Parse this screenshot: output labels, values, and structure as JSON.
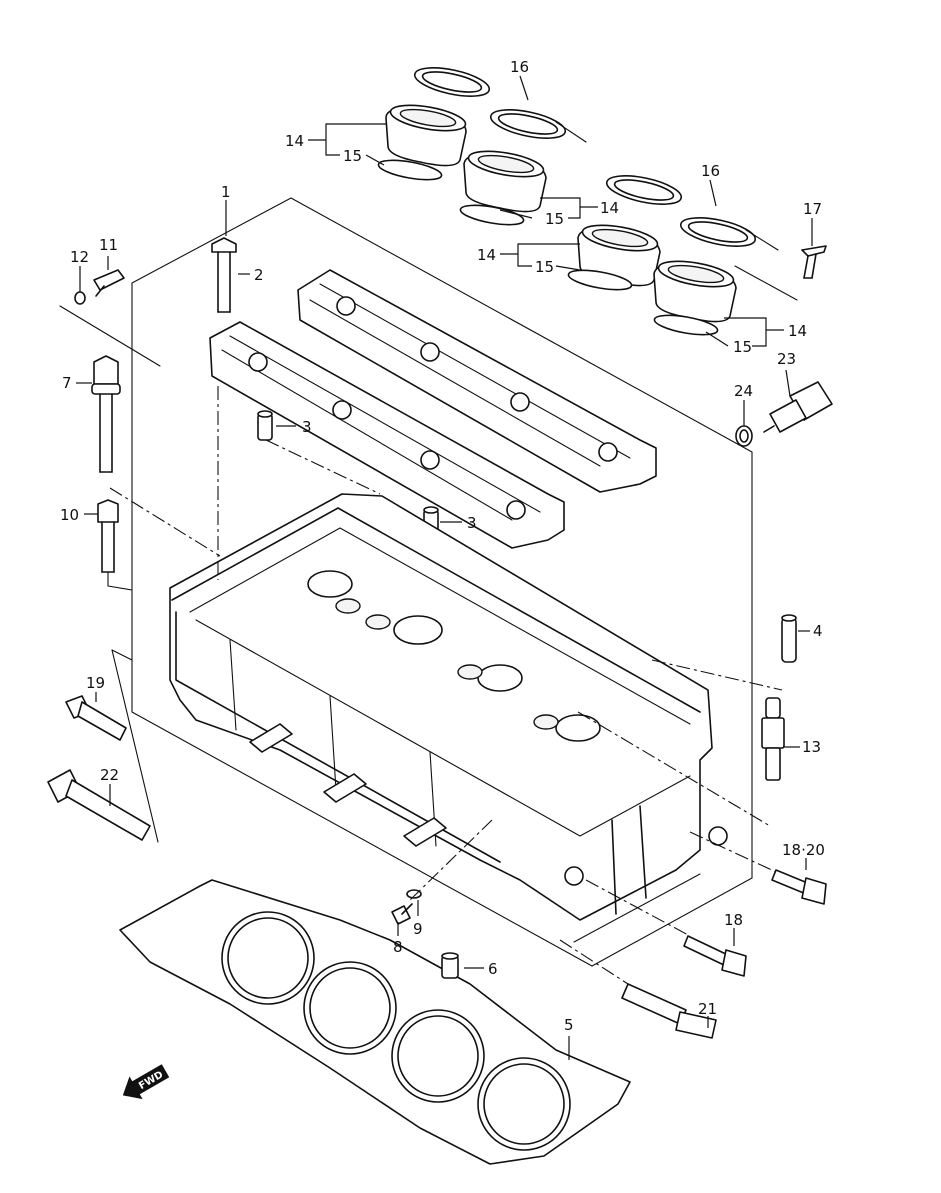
{
  "diagram": {
    "callouts": {
      "c1": "1",
      "c2": "2",
      "c3a": "3",
      "c3b": "3",
      "c4": "4",
      "c5": "5",
      "c6": "6",
      "c7": "7",
      "c8": "8",
      "c9": "9",
      "c10": "10",
      "c11": "11",
      "c12": "12",
      "c13": "13",
      "c14a": "14",
      "c14b": "14",
      "c14c": "14",
      "c14d": "14",
      "c15a": "15",
      "c15b": "15",
      "c15c": "15",
      "c15d": "15",
      "c16a": "16",
      "c16b": "16",
      "c17": "17",
      "c18": "18",
      "c18_20": "18·20",
      "c19": "19",
      "c21": "21",
      "c22": "22",
      "c23": "23",
      "c24": "24"
    },
    "fwd_label": "FWD",
    "icons": [
      "fwd-arrow-icon"
    ]
  }
}
